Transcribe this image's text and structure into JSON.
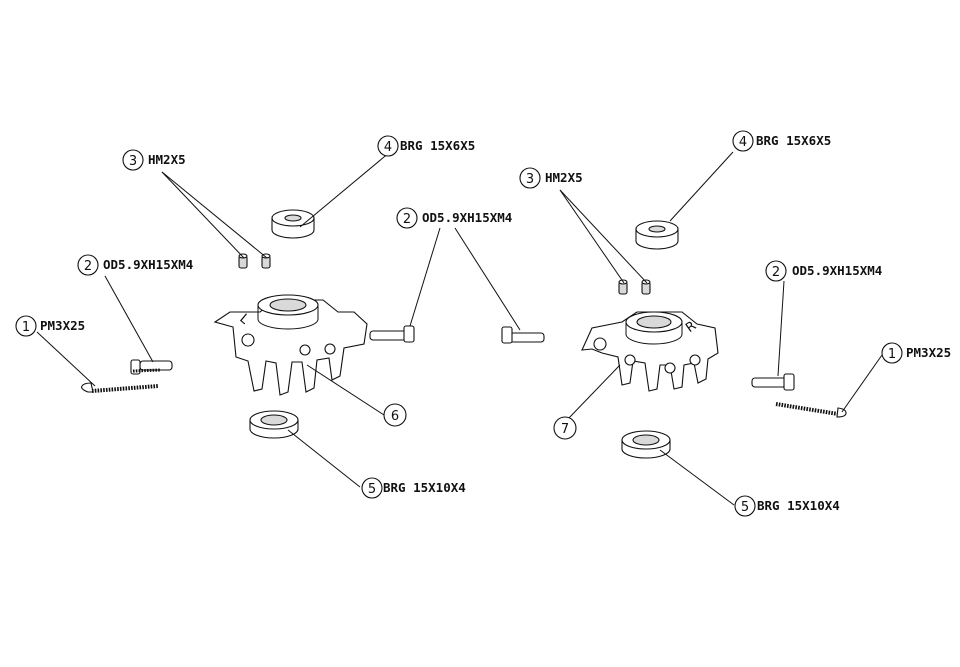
{
  "callouts": {
    "left": {
      "c1": {
        "num": "1",
        "label": "PM3X25"
      },
      "c2": {
        "num": "2",
        "label": "OD5.9XH15XM4"
      },
      "c3": {
        "num": "3",
        "label": "HM2X5"
      },
      "c4": {
        "num": "4",
        "label": "BRG 15X6X5"
      },
      "c5": {
        "num": "5",
        "label": "BRG 15X10X4"
      },
      "c6": {
        "num": "6"
      }
    },
    "center": {
      "c2": {
        "num": "2",
        "label": "OD5.9XH15XM4"
      }
    },
    "right": {
      "c1": {
        "num": "1",
        "label": "PM3X25"
      },
      "c2": {
        "num": "2",
        "label": "OD5.9XH15XM4"
      },
      "c3": {
        "num": "3",
        "label": "HM2X5"
      },
      "c4": {
        "num": "4",
        "label": "BRG 15X6X5"
      },
      "c5": {
        "num": "5",
        "label": "BRG 15X10X4"
      },
      "c7": {
        "num": "7"
      }
    }
  },
  "hub_marks": {
    "left": "L",
    "right": "R"
  }
}
